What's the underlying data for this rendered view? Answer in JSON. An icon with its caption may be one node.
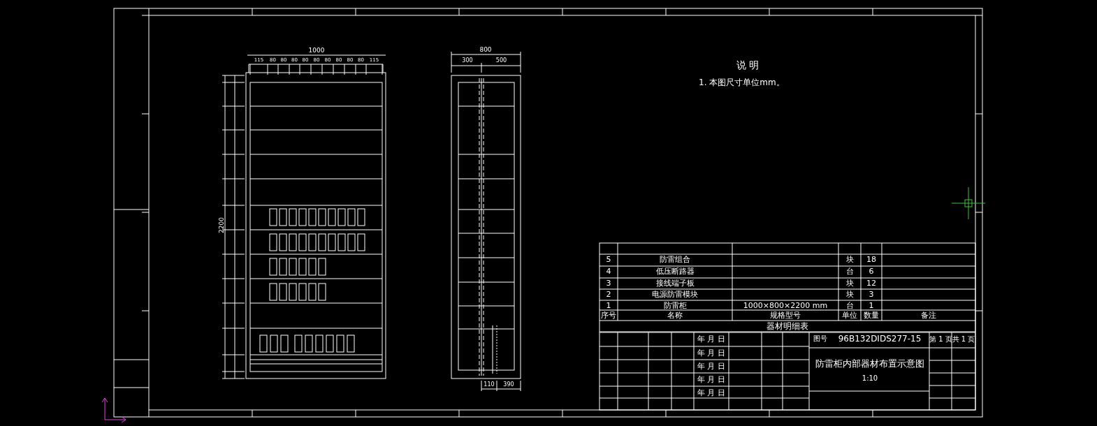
{
  "diagram": {
    "labels": [
      "1000",
      "115",
      "80",
      "80",
      "80",
      "80",
      "80",
      "80",
      "80",
      "80",
      "80",
      "115",
      "2200",
      "800",
      "300",
      "500",
      "110",
      "390",
      "说 明",
      "1. 本图尺寸单位mm。",
      "5",
      "防雷组合",
      "块",
      "18",
      "4",
      "低压断路器",
      "台",
      "6",
      "3",
      "接线端子板",
      "块",
      "12",
      "2",
      "电源防雷模块",
      "块",
      "3",
      "1",
      "防雷柜",
      "1000×800×2200 mm",
      "台",
      "1",
      "序号",
      "名称",
      "规格型号",
      "单位",
      "数量",
      "备注",
      "器材明细表",
      "年 月 日",
      "年 月 日",
      "年 月 日",
      "年 月 日",
      "年 月 日",
      "图号",
      "96B132DIDS277-15",
      "第 1 页",
      "共 1 页",
      "防雷柜内部器材布置示意图",
      "1:10"
    ]
  }
}
